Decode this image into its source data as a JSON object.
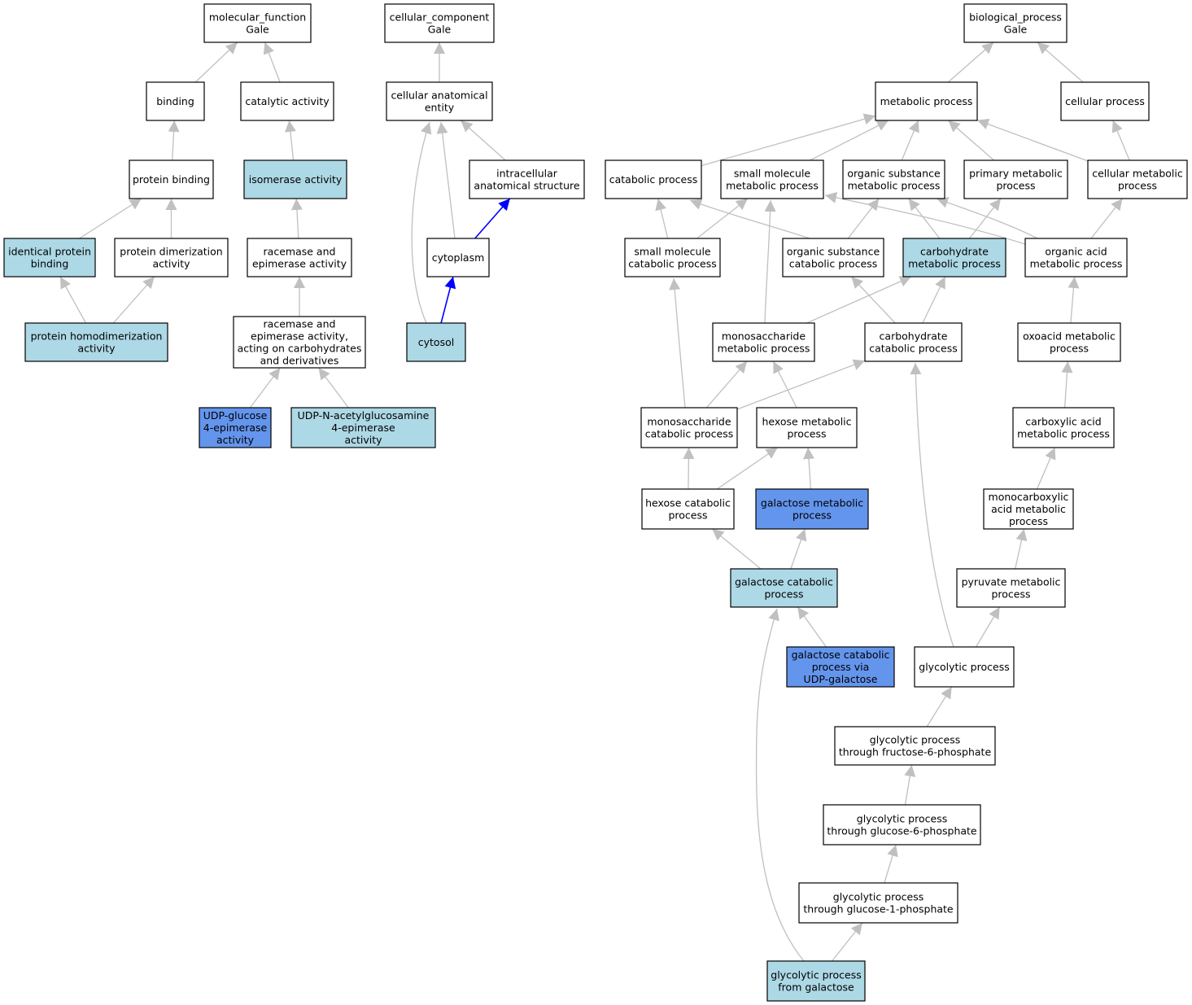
{
  "colors": {
    "plain": "#ffffff",
    "light": "#add8e6",
    "dark": "#6495ed",
    "edge": "#c0c0c0",
    "highlight_edge": "#0000ff"
  },
  "nodes": [
    {
      "id": "mf",
      "label": [
        "molecular_function",
        "Gale"
      ],
      "fill": "plain"
    },
    {
      "id": "binding",
      "label": [
        "binding"
      ],
      "fill": "plain"
    },
    {
      "id": "catalytic",
      "label": [
        "catalytic activity"
      ],
      "fill": "plain"
    },
    {
      "id": "protbind",
      "label": [
        "protein binding"
      ],
      "fill": "plain"
    },
    {
      "id": "isomerase",
      "label": [
        "isomerase activity"
      ],
      "fill": "light"
    },
    {
      "id": "identprot",
      "label": [
        "identical protein",
        "binding"
      ],
      "fill": "light"
    },
    {
      "id": "protdimer",
      "label": [
        "protein dimerization",
        "activity"
      ],
      "fill": "plain"
    },
    {
      "id": "racemase",
      "label": [
        "racemase and",
        "epimerase activity"
      ],
      "fill": "plain"
    },
    {
      "id": "homodimer",
      "label": [
        "protein homodimerization",
        "activity"
      ],
      "fill": "light"
    },
    {
      "id": "racemcarb",
      "label": [
        "racemase and",
        "epimerase activity,",
        "acting on carbohydrates",
        "and derivatives"
      ],
      "fill": "plain"
    },
    {
      "id": "udpglc",
      "label": [
        "UDP-glucose",
        "4-epimerase",
        "activity"
      ],
      "fill": "dark"
    },
    {
      "id": "udpnac",
      "label": [
        "UDP-N-acetylglucosamine",
        "4-epimerase",
        "activity"
      ],
      "fill": "light"
    },
    {
      "id": "cc",
      "label": [
        "cellular_component",
        "Gale"
      ],
      "fill": "plain"
    },
    {
      "id": "cae",
      "label": [
        "cellular anatomical",
        "entity"
      ],
      "fill": "plain"
    },
    {
      "id": "intracell",
      "label": [
        "intracellular",
        "anatomical structure"
      ],
      "fill": "plain"
    },
    {
      "id": "cytoplasm",
      "label": [
        "cytoplasm"
      ],
      "fill": "plain"
    },
    {
      "id": "cytosol",
      "label": [
        "cytosol"
      ],
      "fill": "light"
    },
    {
      "id": "bp",
      "label": [
        "biological_process",
        "Gale"
      ],
      "fill": "plain"
    },
    {
      "id": "metab",
      "label": [
        "metabolic process"
      ],
      "fill": "plain"
    },
    {
      "id": "cellproc",
      "label": [
        "cellular process"
      ],
      "fill": "plain"
    },
    {
      "id": "catab",
      "label": [
        "catabolic process"
      ],
      "fill": "plain"
    },
    {
      "id": "smallmol",
      "label": [
        "small molecule",
        "metabolic process"
      ],
      "fill": "plain"
    },
    {
      "id": "orgsubst",
      "label": [
        "organic substance",
        "metabolic process"
      ],
      "fill": "plain"
    },
    {
      "id": "primary",
      "label": [
        "primary metabolic",
        "process"
      ],
      "fill": "plain"
    },
    {
      "id": "cellmetab",
      "label": [
        "cellular metabolic",
        "process"
      ],
      "fill": "plain"
    },
    {
      "id": "smallcat",
      "label": [
        "small molecule",
        "catabolic process"
      ],
      "fill": "plain"
    },
    {
      "id": "orgcat",
      "label": [
        "organic substance",
        "catabolic process"
      ],
      "fill": "plain"
    },
    {
      "id": "carbmetab",
      "label": [
        "carbohydrate",
        "metabolic process"
      ],
      "fill": "light"
    },
    {
      "id": "orgacid",
      "label": [
        "organic acid",
        "metabolic process"
      ],
      "fill": "plain"
    },
    {
      "id": "monometab",
      "label": [
        "monosaccharide",
        "metabolic process"
      ],
      "fill": "plain"
    },
    {
      "id": "carbcat",
      "label": [
        "carbohydrate",
        "catabolic process"
      ],
      "fill": "plain"
    },
    {
      "id": "oxoacid",
      "label": [
        "oxoacid metabolic",
        "process"
      ],
      "fill": "plain"
    },
    {
      "id": "monocat",
      "label": [
        "monosaccharide",
        "catabolic process"
      ],
      "fill": "plain"
    },
    {
      "id": "hexmetab",
      "label": [
        "hexose metabolic",
        "process"
      ],
      "fill": "plain"
    },
    {
      "id": "carbox",
      "label": [
        "carboxylic acid",
        "metabolic process"
      ],
      "fill": "plain"
    },
    {
      "id": "hexcat",
      "label": [
        "hexose catabolic",
        "process"
      ],
      "fill": "plain"
    },
    {
      "id": "galmetab",
      "label": [
        "galactose metabolic",
        "process"
      ],
      "fill": "dark"
    },
    {
      "id": "monocarb",
      "label": [
        "monocarboxylic",
        "acid metabolic",
        "process"
      ],
      "fill": "plain"
    },
    {
      "id": "galcat",
      "label": [
        "galactose catabolic",
        "process"
      ],
      "fill": "light"
    },
    {
      "id": "pyruvate",
      "label": [
        "pyruvate metabolic",
        "process"
      ],
      "fill": "plain"
    },
    {
      "id": "galcatudp",
      "label": [
        "galactose catabolic",
        "process via",
        "UDP-galactose"
      ],
      "fill": "dark"
    },
    {
      "id": "glycolytic",
      "label": [
        "glycolytic process"
      ],
      "fill": "plain"
    },
    {
      "id": "glyf6p",
      "label": [
        "glycolytic process",
        "through fructose-6-phosphate"
      ],
      "fill": "plain"
    },
    {
      "id": "glyg6p",
      "label": [
        "glycolytic process",
        "through glucose-6-phosphate"
      ],
      "fill": "plain"
    },
    {
      "id": "glyg1p",
      "label": [
        "glycolytic process",
        "through glucose-1-phosphate"
      ],
      "fill": "plain"
    },
    {
      "id": "glygal",
      "label": [
        "glycolytic process",
        "from galactose"
      ],
      "fill": "light"
    }
  ],
  "edges": [
    {
      "from": "binding",
      "to": "mf"
    },
    {
      "from": "catalytic",
      "to": "mf"
    },
    {
      "from": "protbind",
      "to": "binding"
    },
    {
      "from": "isomerase",
      "to": "catalytic"
    },
    {
      "from": "identprot",
      "to": "protbind"
    },
    {
      "from": "protdimer",
      "to": "protbind"
    },
    {
      "from": "racemase",
      "to": "isomerase"
    },
    {
      "from": "homodimer",
      "to": "identprot"
    },
    {
      "from": "homodimer",
      "to": "protdimer"
    },
    {
      "from": "racemcarb",
      "to": "racemase"
    },
    {
      "from": "udpglc",
      "to": "racemcarb"
    },
    {
      "from": "udpnac",
      "to": "racemcarb"
    },
    {
      "from": "cae",
      "to": "cc"
    },
    {
      "from": "intracell",
      "to": "cae"
    },
    {
      "from": "cytoplasm",
      "to": "cae"
    },
    {
      "from": "cytoplasm",
      "to": "intracell",
      "highlight": true
    },
    {
      "from": "cytosol",
      "to": "cae"
    },
    {
      "from": "cytosol",
      "to": "cytoplasm",
      "highlight": true
    },
    {
      "from": "metab",
      "to": "bp"
    },
    {
      "from": "cellproc",
      "to": "bp"
    },
    {
      "from": "catab",
      "to": "metab"
    },
    {
      "from": "smallmol",
      "to": "metab"
    },
    {
      "from": "orgsubst",
      "to": "metab"
    },
    {
      "from": "primary",
      "to": "metab"
    },
    {
      "from": "cellmetab",
      "to": "metab"
    },
    {
      "from": "cellmetab",
      "to": "cellproc"
    },
    {
      "from": "smallcat",
      "to": "catab"
    },
    {
      "from": "smallcat",
      "to": "smallmol"
    },
    {
      "from": "orgcat",
      "to": "catab"
    },
    {
      "from": "orgcat",
      "to": "orgsubst"
    },
    {
      "from": "carbmetab",
      "to": "orgsubst"
    },
    {
      "from": "carbmetab",
      "to": "primary"
    },
    {
      "from": "orgacid",
      "to": "smallmol"
    },
    {
      "from": "orgacid",
      "to": "orgsubst"
    },
    {
      "from": "orgacid",
      "to": "cellmetab"
    },
    {
      "from": "monometab",
      "to": "smallmol"
    },
    {
      "from": "monometab",
      "to": "carbmetab"
    },
    {
      "from": "carbcat",
      "to": "orgcat"
    },
    {
      "from": "carbcat",
      "to": "carbmetab"
    },
    {
      "from": "oxoacid",
      "to": "orgacid"
    },
    {
      "from": "monocat",
      "to": "smallcat"
    },
    {
      "from": "monocat",
      "to": "monometab"
    },
    {
      "from": "monocat",
      "to": "carbcat"
    },
    {
      "from": "hexmetab",
      "to": "monometab"
    },
    {
      "from": "carbox",
      "to": "oxoacid"
    },
    {
      "from": "hexcat",
      "to": "monocat"
    },
    {
      "from": "hexcat",
      "to": "hexmetab"
    },
    {
      "from": "galmetab",
      "to": "hexmetab"
    },
    {
      "from": "monocarb",
      "to": "carbox"
    },
    {
      "from": "galcat",
      "to": "hexcat"
    },
    {
      "from": "galcat",
      "to": "galmetab"
    },
    {
      "from": "pyruvate",
      "to": "monocarb"
    },
    {
      "from": "galcatudp",
      "to": "galcat"
    },
    {
      "from": "glycolytic",
      "to": "pyruvate"
    },
    {
      "from": "glycolytic",
      "to": "carbcat"
    },
    {
      "from": "glyf6p",
      "to": "glycolytic"
    },
    {
      "from": "glyg6p",
      "to": "glyf6p"
    },
    {
      "from": "glyg1p",
      "to": "glyg6p"
    },
    {
      "from": "glygal",
      "to": "glyg1p"
    },
    {
      "from": "glygal",
      "to": "galcat"
    }
  ]
}
